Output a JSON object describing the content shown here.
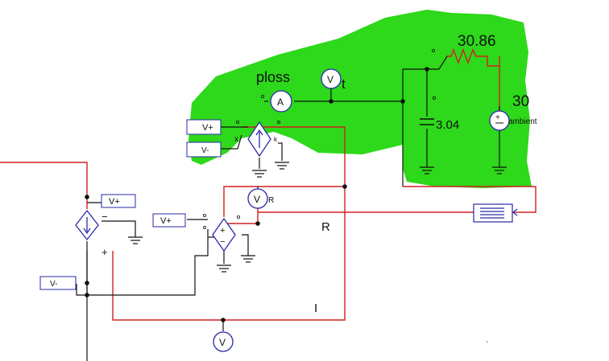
{
  "schematic": {
    "labels": {
      "ploss": "ploss",
      "t": "t",
      "resistor_value": "30.86",
      "capacitor_value": "3.04",
      "source_value": "30",
      "ambient": "ambient",
      "R_big": "R",
      "I_big": "I",
      "R_small": "R",
      "k": "k",
      "x": "x",
      "dash": "-"
    },
    "pins": {
      "vplus": "V+",
      "vminus": "V-"
    },
    "meters": {
      "voltmeter": "V",
      "ammeter": "A"
    },
    "source_signs": {
      "plus": "+",
      "minus": "−"
    }
  },
  "colors": {
    "wire_red": "#d12020",
    "component_blue": "#2a2aa8",
    "highlight_green": "#2ed81a",
    "node": "#111111"
  }
}
